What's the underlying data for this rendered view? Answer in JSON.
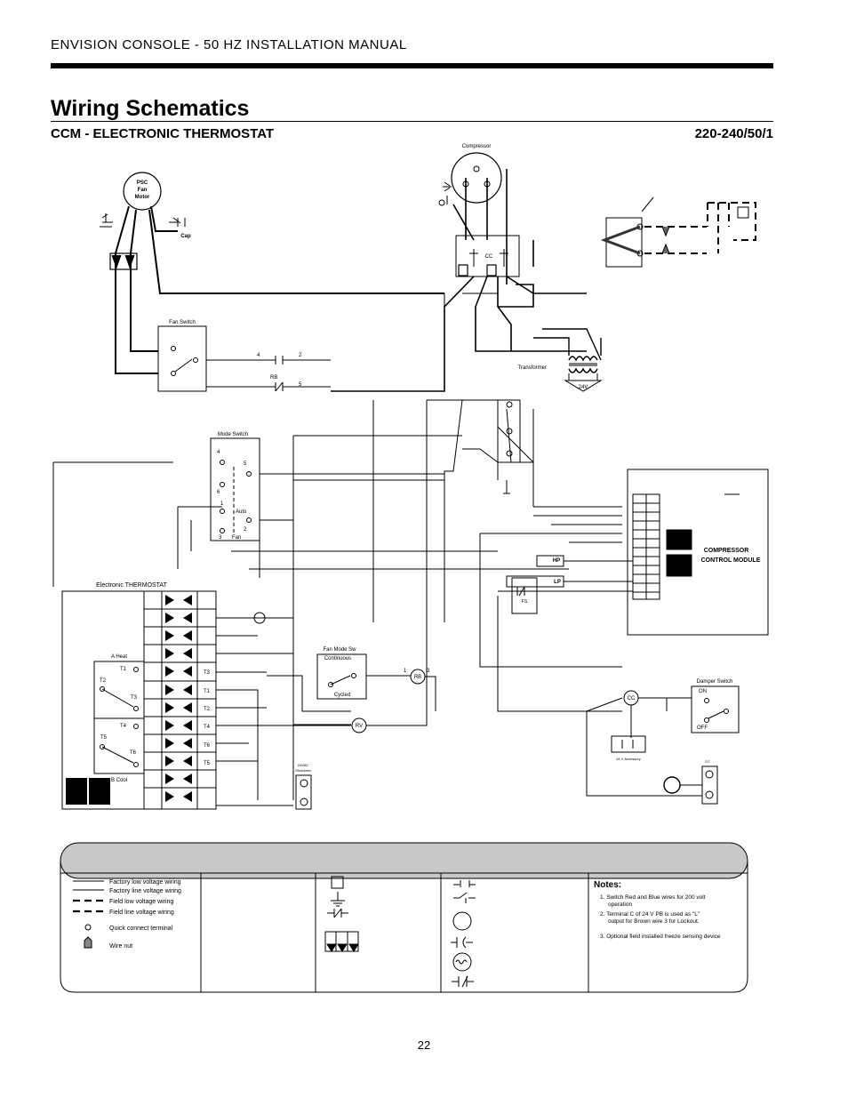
{
  "header": {
    "manual_title": "ENVISION CONSOLE - 50 HZ INSTALLATION MANUAL"
  },
  "page": {
    "title": "Wiring Schematics",
    "subtitle": "CCM - ELECTRONIC THERMOSTAT",
    "voltage": "220-240/50/1",
    "number": "22"
  },
  "labels": {
    "compressor": "Compressor",
    "psc1": "PSC",
    "psc2": "Fan",
    "psc3": "Motor",
    "cap": "Cap",
    "cc": "CC",
    "fan_switch": "Fan Switch",
    "rb": "RB",
    "n4": "4",
    "n2": "2",
    "n5": "5",
    "transformer": "Transformer",
    "v24": "24V",
    "mode_switch": "Mode Switch",
    "m4": "4",
    "m5": "5",
    "m6": "6",
    "m1": "1",
    "m2": "2",
    "m3": "3",
    "auto": "Auto",
    "fan": "Fan",
    "elec_thermostat": "Electronic THERMOSTAT",
    "a_heat": "A Heat",
    "b_cool": "B Cool",
    "t1": "T1",
    "t2": "T2",
    "t3": "T3",
    "t4": "T4",
    "t5": "T5",
    "t6": "T6",
    "fan_mode_sw": "Fan Mode Sw",
    "continuous": "Continuous",
    "cycled": "Cycled",
    "rv": "RV",
    "shutdown1": "24VAC",
    "shutdown2": "Shutdown",
    "ccm1": "COMPRESSOR",
    "ccm2": "CONTROL MODULE",
    "hp": "HP",
    "lp": "LP",
    "fs": "FS",
    "damper_switch": "Damper Switch",
    "on": "ON",
    "off": "OFF",
    "accessory": "24 V Accessory",
    "dt": "DT",
    "c1": "1",
    "c3": "3"
  },
  "legend": {
    "items": [
      "Factory low voltage wiring",
      "Factory line voltage wiring",
      "Field low voltage wiring",
      "Field line voltage wiring",
      "Quick connect terminal",
      "Wire nut"
    ],
    "notes_title": "Notes:",
    "notes": [
      "1. Switch Red and Blue wires for 200 volt",
      "operation",
      "2. Terminal C of 24 V PB is used as \"L\"",
      "output for Brown wire 3 for Lockout.",
      "3. Optional field installed freeze sensing device"
    ]
  }
}
